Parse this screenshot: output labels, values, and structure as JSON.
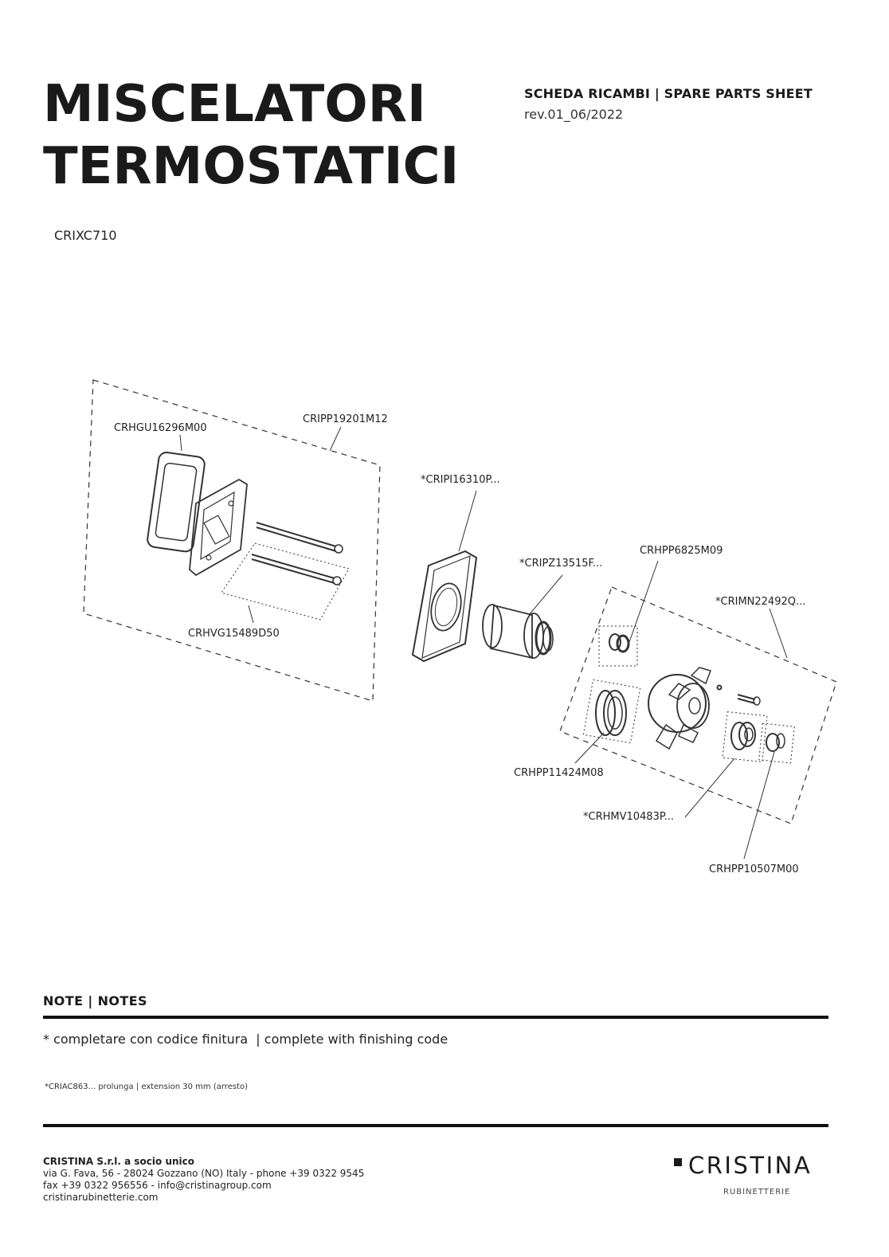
{
  "header": {
    "title_line1": "MISCELATORI",
    "title_line2": "TERMOSTATICI",
    "sheet_title": "SCHEDA RICAMBI | SPARE PARTS SHEET",
    "revision": "rev.01_06/2022",
    "model_code": "CRIXC710"
  },
  "parts": [
    "CRHGU16296M00",
    "CRIPP19201M12",
    "*CRIPI16310P...",
    "CRHVG15489D50",
    "*CRIPZ13515F...",
    "CRHPP6825M09",
    "*CRIMN22492Q...",
    "CRHPP11424M08",
    "*CRHMV10483P...",
    "CRHPP10507M00"
  ],
  "notes": {
    "title": "NOTE | NOTES",
    "main": "* completare con codice finitura  | complete with finishing code",
    "small": "*CRIAC863... prolunga | extension 30 mm (arresto)"
  },
  "footer": {
    "company_name": "CRISTINA S.r.l. a socio unico",
    "address": "via G. Fava, 56 - 28024 Gozzano (NO) Italy - phone +39 0322 9545",
    "contact": "fax +39 0322 956556 - info@cristinagroup.com",
    "website": "cristinarubinetterie.com",
    "logo_word": "CRISTINA",
    "logo_sub": "RUBINETTERIE"
  }
}
